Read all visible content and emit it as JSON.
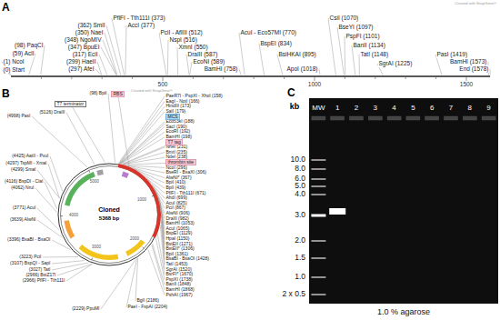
{
  "diagram": {
    "nodes": [
      {
        "text": [
          "RBS"
        ]
      },
      {
        "text": [
          "T7 terminator"
        ]
      },
      {
        "text": [
          "MCS"
        ]
      },
      {
        "text": [
          "T7 tag"
        ]
      },
      {
        "text": [
          "thrombin site"
        ]
      }
    ],
    "labels": [
      "A",
      "Created with SnapGene®",
      "(0) Start",
      "(1) NcoI",
      "(59) AclI",
      "(98) PaqCI",
      "(297) AfeI",
      "(299) HaeII",
      "(317) EciI",
      "(347) BpuEI",
      "(348) NgoMIV",
      "(350) NaeI",
      "(362) SmlI",
      "PflFI - Tth111I (373)",
      "AccI (377)",
      "PciI - AflIII (512)",
      "NspI (516)",
      "XmnI (550)",
      "DraIII (587)",
      "EcoNI (589)",
      "BamHI (758)",
      "AcuI - Eco57MI (770)",
      "BspEI (834)",
      "BsiHKAI (895)",
      "ApoI (1018)",
      "CsiI (1070)",
      "BseYI (1097)",
      "PspFI (1101)",
      "BanII (1134)",
      "TatI (1148)",
      "SgrAI (1225)",
      "PasI (1419)",
      "BamHI (1573)",
      "End (1578)",
      "500",
      "1000",
      "1500",
      "B",
      "Created with SnapGene®",
      "(98) BpiI",
      "(5126) DraIII",
      "(4998) PasI",
      "(4425) AatII - PvuI",
      "(4299) SmaI",
      "(4297) TspMI - XmaI",
      "(4116) BspDI - ClaI",
      "(4062) NruI",
      "(3771) AcuI",
      "(3639) AlwNI",
      "(3396) BsaBI - BsaOI",
      "(3223) PciI",
      "(3107) BspQI - SapI",
      "(3027) TatI",
      "(2966) BstZ17I",
      "(2966) PflFI - Tth111I",
      "(2229) PpuMI",
      "Cloned",
      "5368 bp",
      "1000",
      "2000",
      "3000",
      "4000",
      "5000",
      "PaeR7I - PspXI - XhoI (158)",
      "EagI - NotI (166)",
      "HindIII (173)",
      "SalI (179)",
      "Eco53kI (188)",
      "SacI (190)",
      "EcoRI (192)",
      "BamHI (198)",
      "NheI (231)",
      "BmtI (235)",
      "NdeI (238)",
      "NcoI (296)",
      "BseRI - BsaXI (306)",
      "AlwNI* (367)",
      "BpiI (410)",
      "BplI (439)",
      "PflFI - Tth111I (671)",
      "AhdI (699)",
      "AcuI (825)",
      "PciI (867)",
      "AlwNI (906)",
      "DraIII (982)",
      "BamHI (1053)",
      "AcuI (1065)",
      "BspEI (1129)",
      "HpaI (1150)",
      "BstEII (1271)",
      "BstEII* (1306)",
      "BpiI (1361)",
      "BsaBI - BsaOI (1428)",
      "TatI (1453)",
      "SgrAI (1520)",
      "BsrFI* (1670)",
      "PspXI (1738)",
      "BanII (1848)",
      "BamHI (1868)",
      "PshAI (1967)",
      "BglI (2186)",
      "PaeI - FspAI (2204)",
      "C",
      "kb",
      "MW",
      "1",
      "2",
      "3",
      "4",
      "5",
      "6",
      "7",
      "8",
      "9",
      "10.0",
      "8.0",
      "6.0",
      "5.0",
      "4.0",
      "3.0",
      "2.0",
      "1.5",
      "1.0",
      "2 x 0.5",
      "1.0 % agarose"
    ]
  }
}
